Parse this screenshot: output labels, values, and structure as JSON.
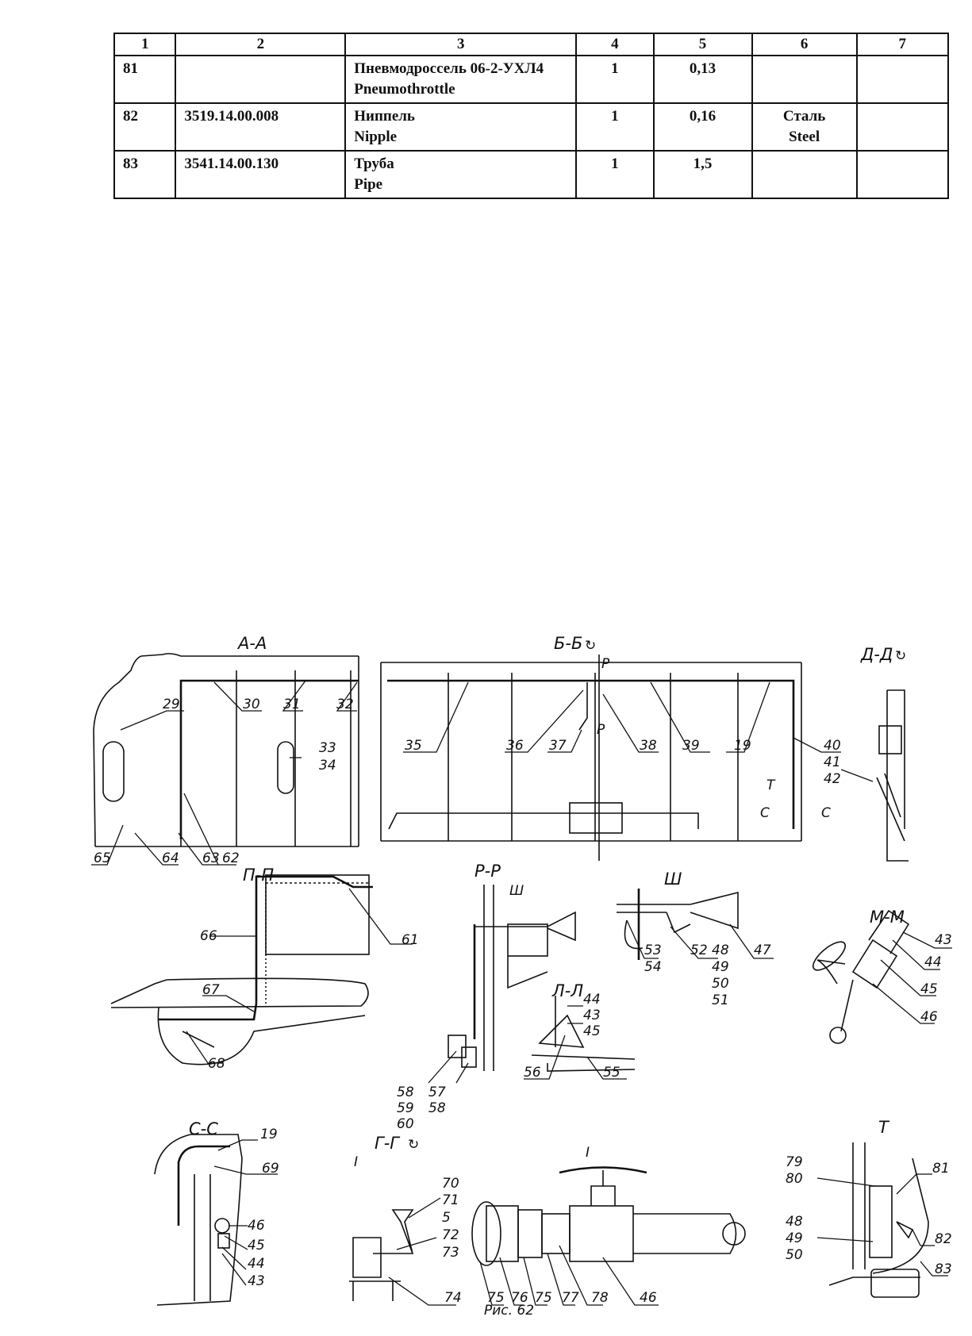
{
  "table": {
    "headers": [
      "1",
      "2",
      "3",
      "4",
      "5",
      "6",
      "7"
    ],
    "rows": [
      {
        "pos": "81",
        "code": "",
        "name_ru": "Пневмодроссель 06-2-УХЛ4",
        "name_en": "Pneumothrottle",
        "qty": "1",
        "mass": "0,13",
        "mat_ru": "",
        "mat_en": "",
        "note": ""
      },
      {
        "pos": "82",
        "code": "3519.14.00.008",
        "name_ru": "Ниппель",
        "name_en": "Nipple",
        "qty": "1",
        "mass": "0,16",
        "mat_ru": "Сталь",
        "mat_en": "Steel",
        "note": ""
      },
      {
        "pos": "83",
        "code": "3541.14.00.130",
        "name_ru": "Труба",
        "name_en": "Pipe",
        "qty": "1",
        "mass": "1,5",
        "mat_ru": "",
        "mat_en": "",
        "note": ""
      }
    ]
  },
  "figure": {
    "caption": "Рис. 62",
    "views": {
      "aa": "А-А",
      "bb": "Б-Б",
      "dd": "Д-Д",
      "pp": "П-П",
      "rr": "Р-Р",
      "sh": "Ш",
      "mm": "М-М",
      "ll": "Л-Л",
      "t": "Т",
      "ss": "С-С",
      "gg": "Г-Г"
    },
    "marks": {
      "p1": "Р",
      "p2": "Р",
      "t": "Т",
      "c1": "С",
      "c2": "С",
      "sh": "Ш",
      "i1": "I",
      "i2": "I"
    },
    "callouts": {
      "n29": "29",
      "n30": "30",
      "n31": "31",
      "n32": "32",
      "n33": "33",
      "n34": "34",
      "n35": "35",
      "n36": "36",
      "n37": "37",
      "n38": "38",
      "n39": "39",
      "n19a": "19",
      "n40": "40",
      "n41": "41",
      "n42": "42",
      "n65": "65",
      "n64": "64",
      "n63": "63",
      "n62": "62",
      "n66": "66",
      "n61": "61",
      "n67": "67",
      "n68": "68",
      "n58a": "58",
      "n59": "59",
      "n60": "60",
      "n57": "57",
      "n58b": "58",
      "n53": "53",
      "n54": "54",
      "n52": "52",
      "n48a": "48",
      "n49a": "49",
      "n50a": "50",
      "n51": "51",
      "n47": "47",
      "n43a": "43",
      "n44a": "44",
      "n45a": "45",
      "n46a": "46",
      "n44b": "44",
      "n43b": "43",
      "n45b": "45",
      "n56": "56",
      "n55": "55",
      "n79": "79",
      "n80": "80",
      "n81": "81",
      "n82": "82",
      "n48b": "48",
      "n49b": "49",
      "n50b": "50",
      "n83": "83",
      "n19b": "19",
      "n69": "69",
      "n46b": "46",
      "n45c": "45",
      "n44c": "44",
      "n43c": "43",
      "n70": "70",
      "n71": "71",
      "n5": "5",
      "n72": "72",
      "n73": "73",
      "n74": "74",
      "n75a": "75",
      "n76": "76",
      "n75b": "75",
      "n77": "77",
      "n78": "78",
      "n46c": "46"
    }
  }
}
